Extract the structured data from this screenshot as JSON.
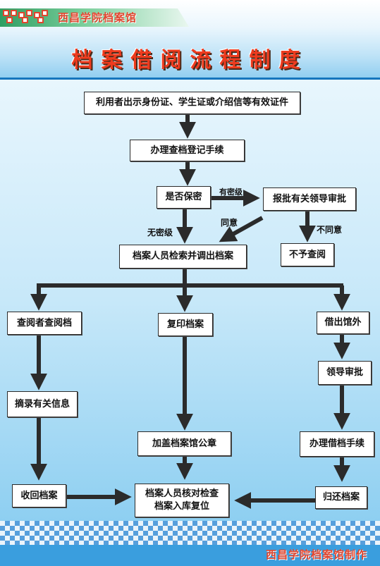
{
  "header": {
    "school_name": "西昌学院档案馆",
    "title": "档案借阅流程制度"
  },
  "nodes": {
    "n1": "利用者出示身份证、学生证或介绍信等有效证件",
    "n2": "办理查档登记手续",
    "n3": "是否保密",
    "n4": "报批有关领导审批",
    "n5": "档案人员检索并调出档案",
    "n6": "不予查阅",
    "n7": "查阅者查阅档",
    "n8": "复印档案",
    "n9": "借出馆外",
    "n10": "领导审批",
    "n11": "摘录有关信息",
    "n12": "加盖档案馆公章",
    "n13": "办理借档手续",
    "n14": "收回档案",
    "n15_line1": "档案人员核对检查",
    "n15_line2": "档案入库复位",
    "n16": "归还档案"
  },
  "edge_labels": {
    "secret": "有密级",
    "no_secret": "无密级",
    "agree": "同意",
    "disagree": "不同意"
  },
  "footer": {
    "text": "西昌学院档案馆制作"
  },
  "colors": {
    "title_red": "#ee3b1e",
    "banner_green": "#2f9e63",
    "footer_blue": "#3a9ede",
    "arrow": "#2b2b2b"
  }
}
